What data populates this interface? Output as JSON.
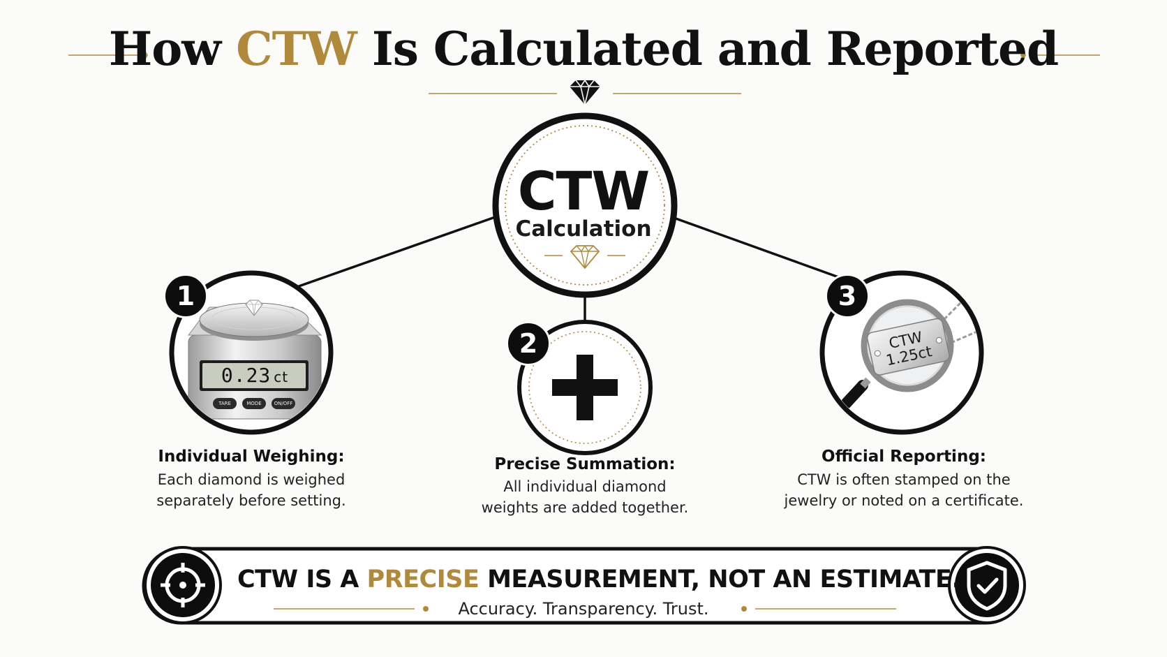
{
  "title": {
    "prefix": "How",
    "highlight": "CTW",
    "suffix": "Is Calculated and Reported"
  },
  "center": {
    "big": "CTW",
    "small": "Calculation"
  },
  "steps": [
    {
      "number": "1",
      "title": "Individual Weighing:",
      "desc_line1": "Each diamond is weighed",
      "desc_line2": "separately before setting.",
      "icon": "diamond-scale-icon"
    },
    {
      "number": "2",
      "title": "Precise Summation:",
      "desc_line1": "All individual diamond",
      "desc_line2": "weights are added together.",
      "icon": "plus-icon"
    },
    {
      "number": "3",
      "title": "Official Reporting:",
      "desc_line1": "CTW is often stamped on the",
      "desc_line2": "jewelry or noted on a certificate.",
      "icon": "magnifier-tag-icon"
    }
  ],
  "scale": {
    "readout": "0.23",
    "unit": "ct",
    "buttons": [
      "TARE",
      "MODE",
      "ON/OFF"
    ]
  },
  "tag": {
    "line1": "CTW",
    "line2": "1.25ct"
  },
  "banner": {
    "part1": "CTW IS A",
    "highlight": "PRECISE",
    "part2": "MEASUREMENT, NOT AN ESTIMATE.",
    "sub": "Accuracy. Transparency. Trust.",
    "left_icon": "target-icon",
    "right_icon": "shield-check-icon"
  },
  "colors": {
    "accent": "#b08a3a",
    "ink": "#111111",
    "background": "#fbfbfa"
  }
}
